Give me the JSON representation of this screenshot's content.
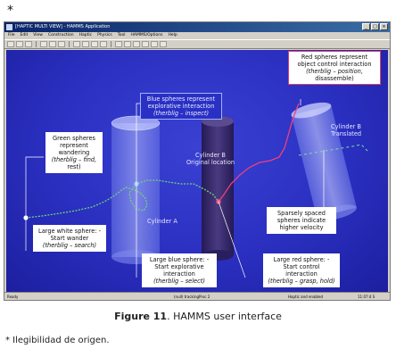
{
  "page": {
    "star": "*"
  },
  "window": {
    "title": "[HAPTIC MULTI VIEW] - HAMMS Application",
    "buttons": {
      "minimize": "_",
      "maximize": "□",
      "close": "×"
    },
    "menu": [
      "File",
      "Edit",
      "View",
      "Construction",
      "Haptic",
      "Physics",
      "Tool",
      "HAMMS/Options",
      "Help"
    ],
    "status": {
      "left": "Ready",
      "middle": "(null) trackingProc 2",
      "right": "Haptic and enabled",
      "coords": "11:07:4 S"
    }
  },
  "scene": {
    "cylinder_a": "Cylinder A",
    "cylinder_b_line1": "Cylinder B",
    "cylinder_b_line2": "Original location",
    "cylinder_b_prime_line1": "Cylinder B",
    "cylinder_b_prime_line2": "Translated"
  },
  "callouts": {
    "green": [
      "Green spheres",
      "represent",
      "wandering",
      "(therblig – find,",
      "rest)"
    ],
    "blue_top": [
      "Blue spheres represent",
      "explorative interaction",
      "(therblig – inspect)"
    ],
    "red_top": [
      "Red spheres represent",
      "object control interaction",
      "(therblig – position,",
      "disassemble)"
    ],
    "sparse": [
      "Sparsely spaced",
      "spheres indicate",
      "higher velocity"
    ],
    "white_large": [
      "Large white sphere: -",
      "Start wander",
      "(therblig – search)"
    ],
    "blue_large": [
      "Large blue sphere: -",
      "Start",
      "explorative interaction",
      "(therblig – select)"
    ],
    "red_large": [
      "Large red sphere: -",
      "Start",
      "control interaction",
      "(therblig – grasp, hold)"
    ]
  },
  "caption": {
    "bold": "Figure 11",
    "rest": ". HAMMS user interface"
  },
  "footnote": "* Ilegibilidad de origen."
}
